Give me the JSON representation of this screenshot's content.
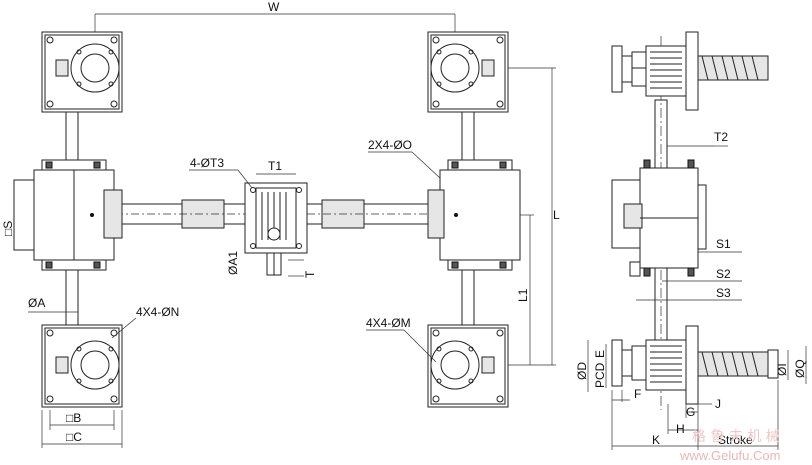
{
  "labels": {
    "W": "W",
    "S": "□S",
    "A": "ØA",
    "N": "4X4-ØN",
    "B": "□B",
    "C": "□C",
    "T3": "4-ØT3",
    "T1": "T1",
    "A1": "ØA1",
    "T": "T",
    "O": "2X4-ØO",
    "L": "L",
    "L1": "L1",
    "M": "4X4-ØM",
    "T2": "T2",
    "S1": "S1",
    "S2": "S2",
    "S3": "S3",
    "D": "ØD",
    "PCD": "PCD",
    "E": "E",
    "F": "F",
    "G": "G",
    "J": "J",
    "H": "H",
    "K": "K",
    "I": "ØI",
    "Q": "ØQ",
    "Stroke": "Stroke"
  },
  "watermark": {
    "chinese": "格 鲁 夫 机 械",
    "url": "www.Gelufu.Com"
  },
  "colors": {
    "line": "#222222",
    "fill_gray": "#e6e6e6",
    "watermark": "#e8b8b8"
  }
}
